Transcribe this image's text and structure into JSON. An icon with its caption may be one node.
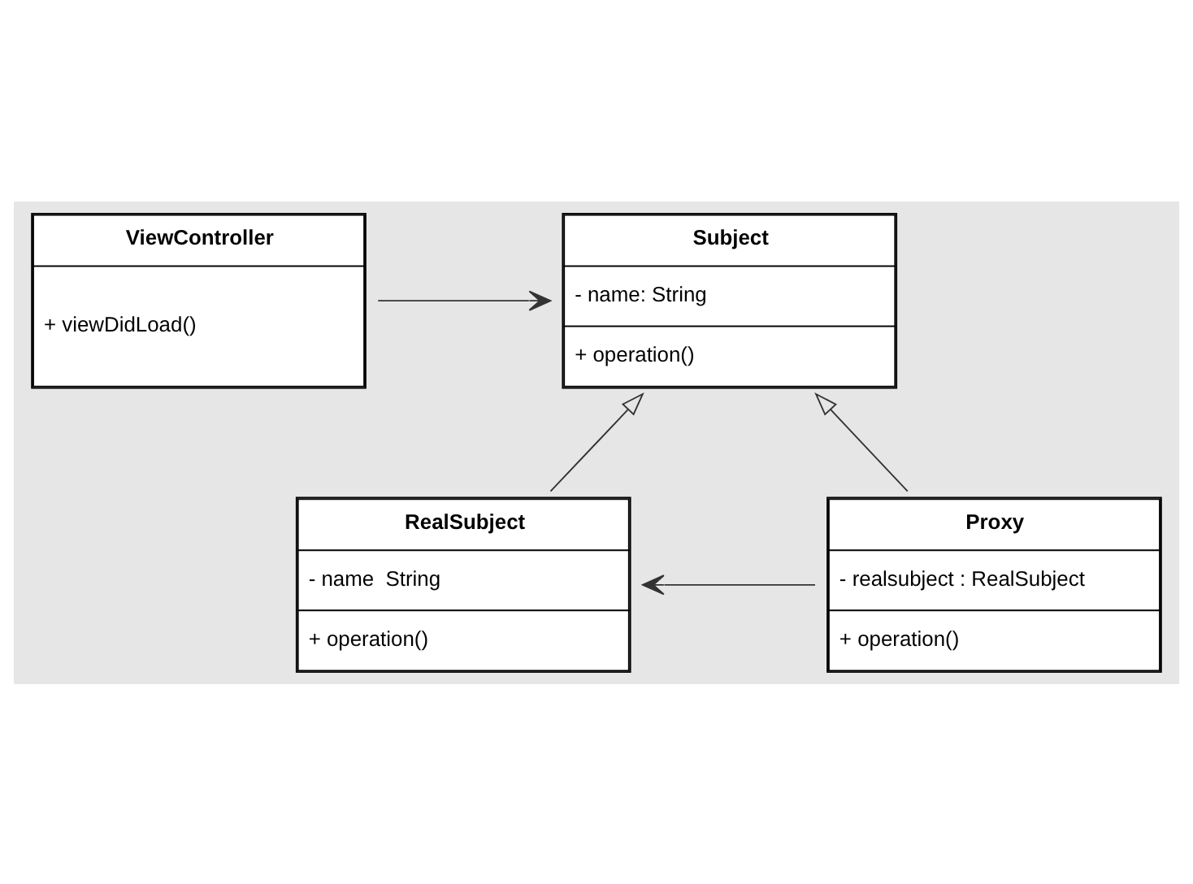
{
  "diagram": {
    "nodes": [
      {
        "text": [
          "ViewController",
          "+ viewDidLoad()"
        ]
      },
      {
        "text": [
          "Subject",
          "- name: String",
          "+ operation()"
        ]
      },
      {
        "text": [
          "RealSubject",
          "- name  String",
          "+ operation()"
        ]
      },
      {
        "text": [
          "Proxy",
          "- realsubject : RealSubject",
          "+ operation()"
        ]
      }
    ],
    "edges": [
      {
        "from": 0,
        "to": 1,
        "arrow": "to"
      },
      {
        "from": 2,
        "to": 1,
        "arrow": "to"
      },
      {
        "from": 3,
        "to": 1,
        "arrow": "to"
      },
      {
        "from": 3,
        "to": 2,
        "arrow": "to"
      }
    ]
  }
}
